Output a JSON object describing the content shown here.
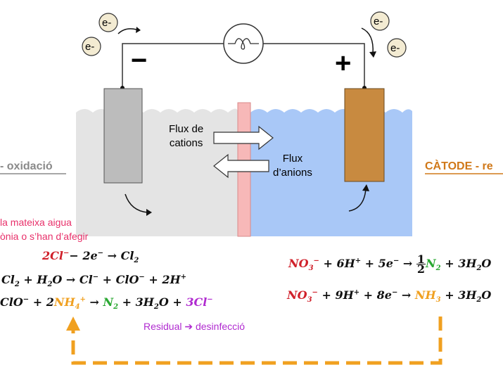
{
  "electrons": {
    "label": "e-"
  },
  "electrodes": {
    "anode_sign": "−",
    "cathode_sign": "+"
  },
  "flux": {
    "cations": [
      "Flux de",
      "cations"
    ],
    "anions": [
      "Flux",
      "d’anions"
    ]
  },
  "side_labels": {
    "anode": "- oxidació",
    "cathode": "CÀTODE - re"
  },
  "note": {
    "line1": "la mateixa aigua",
    "line2": "ònia o s’han d’afegir"
  },
  "anode_eq": {
    "eq1": {
      "a": "2Cl",
      "b": "− 2e",
      "c": " → Cl",
      "d": "2"
    },
    "eq2": {
      "a": "Cl",
      "a_sub": "2",
      "b": " + H",
      "b_sub": "2",
      "c": "O → Cl",
      "d": " + ClO",
      "e": " + 2H"
    },
    "eq3": {
      "a": "ClO",
      "b": " + 2",
      "nh": "NH",
      "nh_sub": "4",
      "arrow": " → ",
      "n2": "N",
      "n2_sub": "2",
      "c": " + 3H",
      "c_sub": "2",
      "d": "O + ",
      "cl": "3Cl"
    }
  },
  "cathode_eq": {
    "eq1": {
      "no": "NO",
      "no_sub": "3",
      "b": " + 6H",
      "c": " + 5e",
      "d": " → ",
      "num": "1",
      "den": "2",
      "n2": "N",
      "n2_sub": "2",
      "e": " + 3H",
      "e_sub": "2",
      "f": "O"
    },
    "eq2": {
      "no": "NO",
      "no_sub": "3",
      "b": " + 9H",
      "c": " + 8e",
      "d": " → ",
      "nh": "NH",
      "nh_sub": "3",
      "e": " + 3H",
      "e_sub": "2",
      "f": "O"
    }
  },
  "residual": "Residual ➔ desinfecció",
  "colors": {
    "anode_label": "#8a8a8a",
    "cathode_label": "#d07818",
    "note": "#e8306a",
    "loop": "#f0a020",
    "residual": "#b02ad0"
  }
}
